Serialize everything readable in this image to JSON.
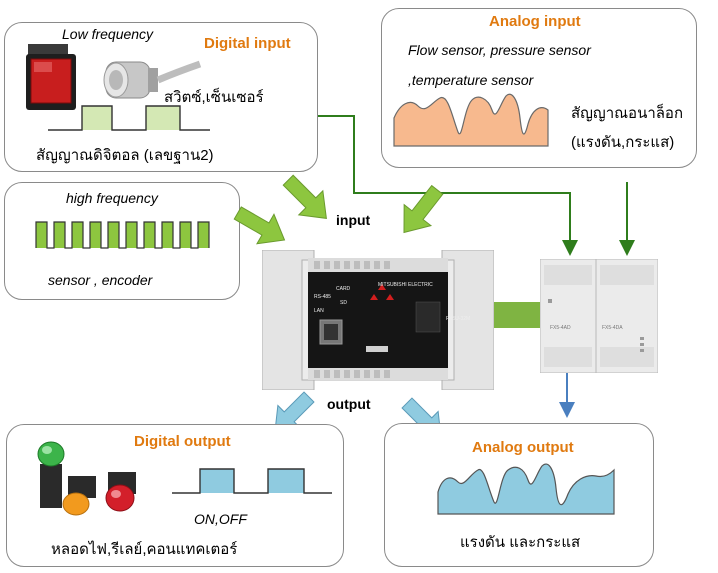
{
  "digital_input": {
    "title": "Digital input",
    "note": "Low frequency",
    "device_label": "สวิตซ์,เซ็นเซอร์",
    "signal_label": "สัญญาณดิจิตอล (เลขฐาน2)"
  },
  "high_frequency": {
    "title": "high frequency",
    "device_label": "sensor , encoder"
  },
  "analog_input": {
    "title": "Analog  input",
    "sensors_line1": "Flow sensor, pressure sensor",
    "sensors_line2": ",temperature sensor",
    "signal_line1": "สัญญาณอนาล็อก",
    "signal_line2": "(แรงดัน,กระแส)"
  },
  "plc": {
    "input_label": "input",
    "output_label": "output",
    "brand": "MITSUBISHI ELECTRIC",
    "model": "FX5U-32M",
    "port_rs485": "RS-485",
    "port_lan": "LAN",
    "card_label": "CARD",
    "sd_label": "SD",
    "module1": "FX5-4AD",
    "module2": "FX5-4DA"
  },
  "digital_output": {
    "title": "Digital output",
    "state_label": "ON,OFF",
    "device_label": "หลอดไฟ,รีเลย์,คอนแทคเตอร์"
  },
  "analog_output": {
    "title": "Analog output",
    "signal_label": "แรงดัน และกระแส"
  },
  "colors": {
    "accent_orange": "#e07a10",
    "arrow_green": "#8dc63f",
    "wire_green": "#2f7d1c",
    "wave_orange": "#f7b98e",
    "wave_blue": "#8fcbe0",
    "pulse_green": "#d4e8b4",
    "arrow_blue": "#4a7fbf"
  }
}
